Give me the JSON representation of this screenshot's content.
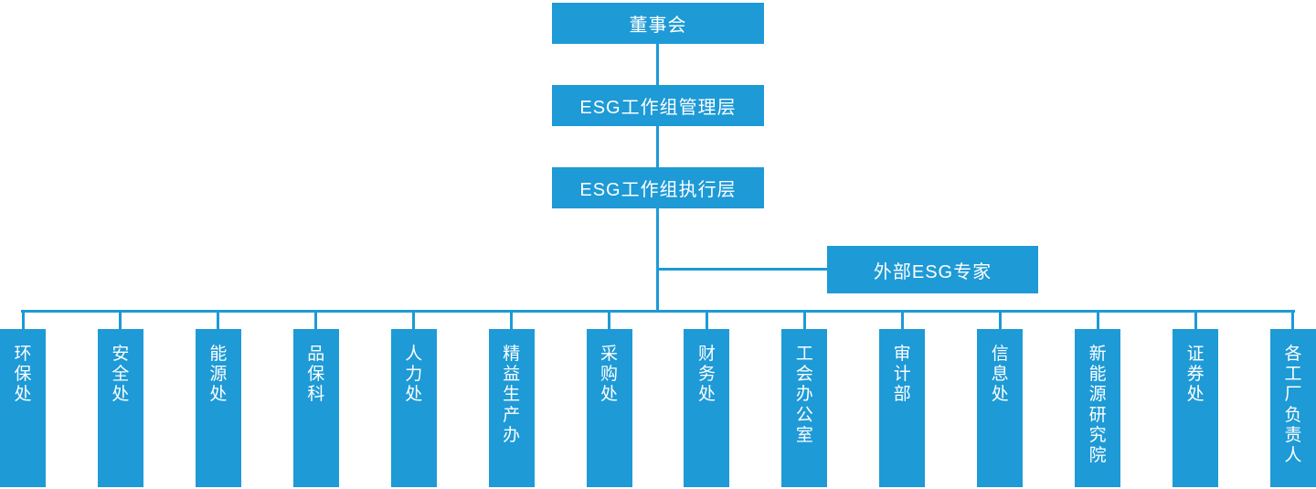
{
  "colors": {
    "accent": "#1e9ad6",
    "background": "#ffffff",
    "node_text": "#ffffff"
  },
  "org_chart": {
    "root": "董事会",
    "level2": "ESG工作组管理层",
    "level3": "ESG工作组执行层",
    "side_node": "外部ESG专家",
    "departments": [
      "环保处",
      "安全处",
      "能源处",
      "品保科",
      "人力处",
      "精益生产办",
      "采购处",
      "财务处",
      "工会办公室",
      "审计部",
      "信息处",
      "新能源研究院",
      "证券处",
      "各工厂负责人"
    ]
  }
}
